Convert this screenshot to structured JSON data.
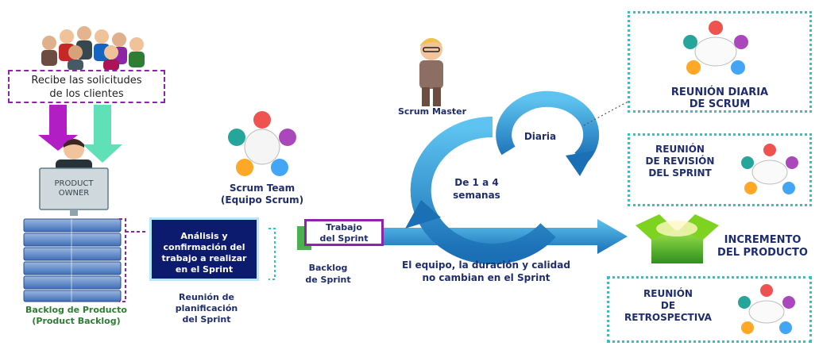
{
  "clients_box": {
    "line1": "Recibe las solicitudes",
    "line2": "de los clientes"
  },
  "product_owner": {
    "line1": "PRODUCT",
    "line2": "OWNER"
  },
  "product_backlog": {
    "line1": "Backlog de Producto",
    "line2": "(Product Backlog)"
  },
  "planning_box": {
    "line1": "Análisis y",
    "line2": "confirmación del",
    "line3": "trabajo a realizar",
    "line4": "en el Sprint"
  },
  "planning_meeting": {
    "line1": "Reunión de",
    "line2": "planificación",
    "line3": "del Sprint"
  },
  "scrum_team": {
    "line1": "Scrum Team",
    "line2": "(Equipo Scrum)"
  },
  "sprint_work": {
    "line1": "Trabajo",
    "line2": "del Sprint"
  },
  "sprint_backlog": {
    "line1": "Backlog",
    "line2": "de Sprint"
  },
  "scrum_master": {
    "label": "Scrum Master"
  },
  "cycle": {
    "daily": "Diaria",
    "weeks_line1": "De 1 a 4",
    "weeks_line2": "semanas"
  },
  "constraint_note": {
    "line1": "El equipo, la duración y calidad",
    "line2": "no cambian en el Sprint"
  },
  "daily_meeting": {
    "line1": "REUNIÓN DIARIA",
    "line2": "DE SCRUM"
  },
  "review_meeting": {
    "line1": "REUNIÓN",
    "line2": "DE REVISIÓN",
    "line3": "DEL SPRINT"
  },
  "increment": {
    "line1": "INCREMENTO",
    "line2": "DEL PRODUCTO"
  },
  "retro_meeting": {
    "line1": "REUNIÓN",
    "line2": "DE",
    "line3": "RETROSPECTIVA"
  },
  "colors": {
    "navy": "#1f2d6e",
    "teal": "#2ec4c4",
    "purple": "#8e24aa",
    "arrow_blue": "#2a8fd0",
    "green_text": "#2e7d32"
  }
}
